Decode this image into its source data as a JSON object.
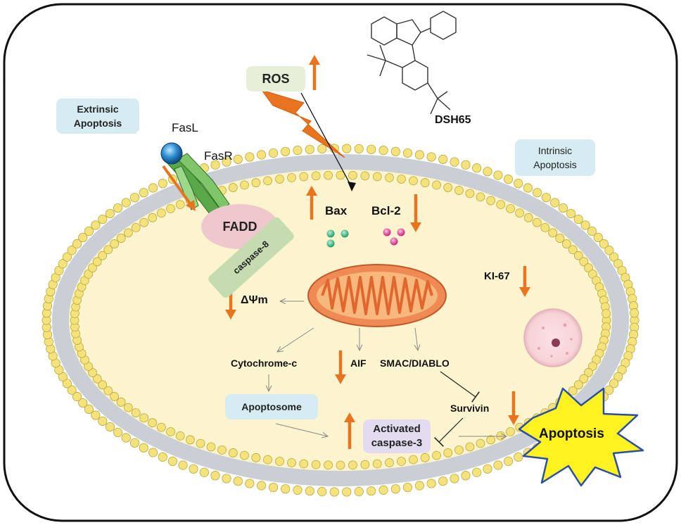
{
  "labels": {
    "extrinsic_line1": "Extrinsic",
    "extrinsic_line2": "Apoptosis",
    "intrinsic_line1": "Intrinsic",
    "intrinsic_line2": "Apoptosis",
    "fasl": "FasL",
    "fasr": "FasR",
    "fadd": "FADD",
    "caspase8": "caspase-8",
    "ros": "ROS",
    "dsh65": "DSH65",
    "bax": "Bax",
    "bcl2": "Bcl-2",
    "ki67": "KI-67",
    "delta_psi_m": "ΔΨm",
    "cytochrome_c": "Cytochrome-c",
    "aif": "AIF",
    "smac_diablo": "SMAC/DIABLO",
    "apoptosome": "Apoptosome",
    "survivin": "Survivin",
    "activated_line1": "Activated",
    "activated_line2": "caspase-3",
    "apoptosis": "Apoptosis"
  },
  "colors": {
    "membrane_head": "#f4e27a",
    "membrane_tail": "#c9cfd4",
    "cytoplasm": "#fcf4cf",
    "label_box": "#d6ecf2",
    "dsh65_box": "#cfe6ee",
    "ros_box": "#e6efd8",
    "fadd": "#efc8cd",
    "caspase8": "#c4dcb0",
    "activated_box": "#e3dbef",
    "mito_outer": "#f08a55",
    "mito_inner": "#f6b87c",
    "arrow_orange": "#e8741e",
    "starburst": "#fff21e",
    "starburst_edge": "#2a4fa5",
    "fasr": "#5aa84a",
    "fasl": "#2f8fd1"
  }
}
